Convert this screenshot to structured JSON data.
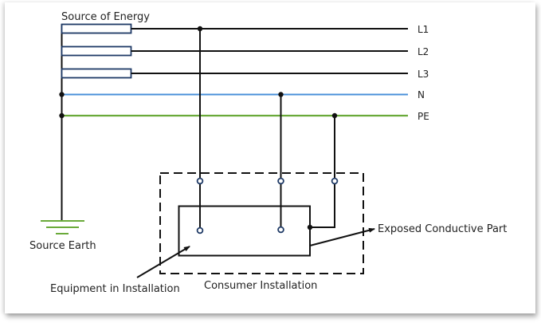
{
  "diagram": {
    "type": "TN-S earthing system schematic",
    "labels": {
      "source": "Source of Energy",
      "source_earth": "Source Earth",
      "equipment": "Equipment in Installation",
      "consumer": "Consumer Installation",
      "exposed_part": "Exposed Conductive Part"
    },
    "conductors": [
      {
        "id": "L1",
        "label": "L1",
        "color": "#111111"
      },
      {
        "id": "L2",
        "label": "L2",
        "color": "#111111"
      },
      {
        "id": "L3",
        "label": "L3",
        "color": "#111111"
      },
      {
        "id": "N",
        "label": "N",
        "color": "#4a90d9"
      },
      {
        "id": "PE",
        "label": "PE",
        "color": "#6aaa3a"
      }
    ],
    "colors": {
      "wire": "#111111",
      "source_box": "#1f3a66",
      "terminal": "#1f3a66",
      "neutral": "#4a90d9",
      "earth": "#6aaa3a"
    }
  }
}
